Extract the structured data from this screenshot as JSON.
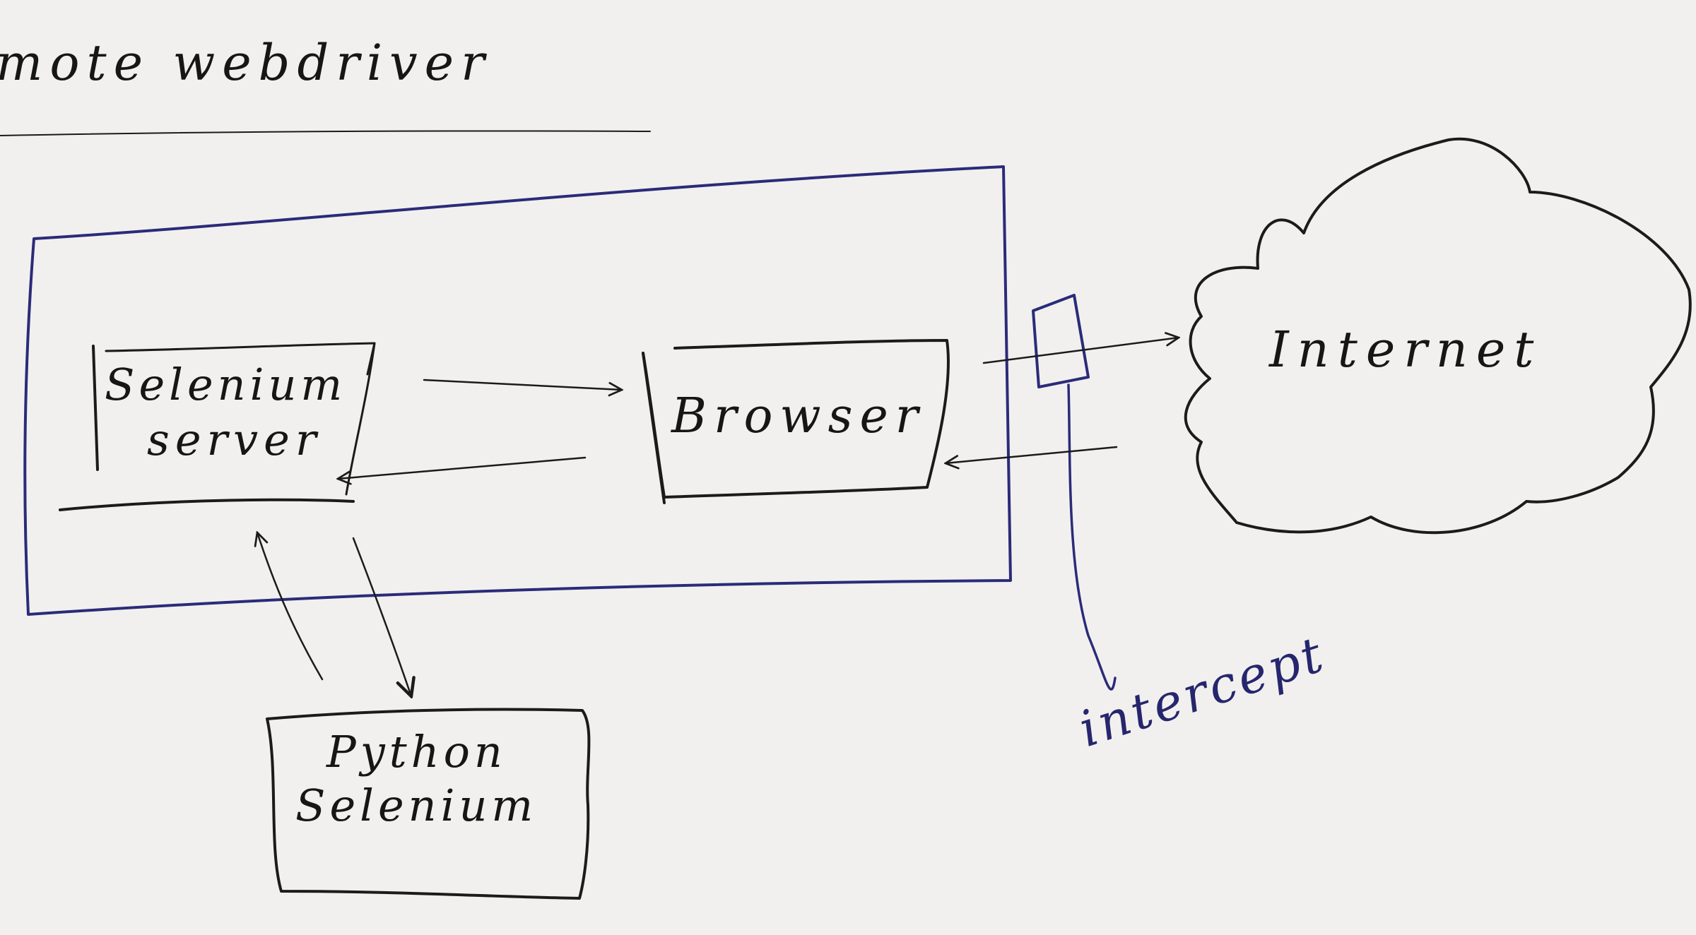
{
  "page": {
    "heading": "mote      webdriver"
  },
  "nodes": {
    "selenium_server": {
      "line1": "Selenium",
      "line2": "server"
    },
    "browser": {
      "label": "Browser"
    },
    "internet": {
      "label": "Internet"
    },
    "python_selenium": {
      "line1": "Python",
      "line2": "Selenium"
    }
  },
  "annotations": {
    "intercept": "intercept"
  },
  "colors": {
    "ink_black": "#1b1b1b",
    "ink_blue": "#2b2b7a",
    "paper": "#f1f0ee"
  }
}
